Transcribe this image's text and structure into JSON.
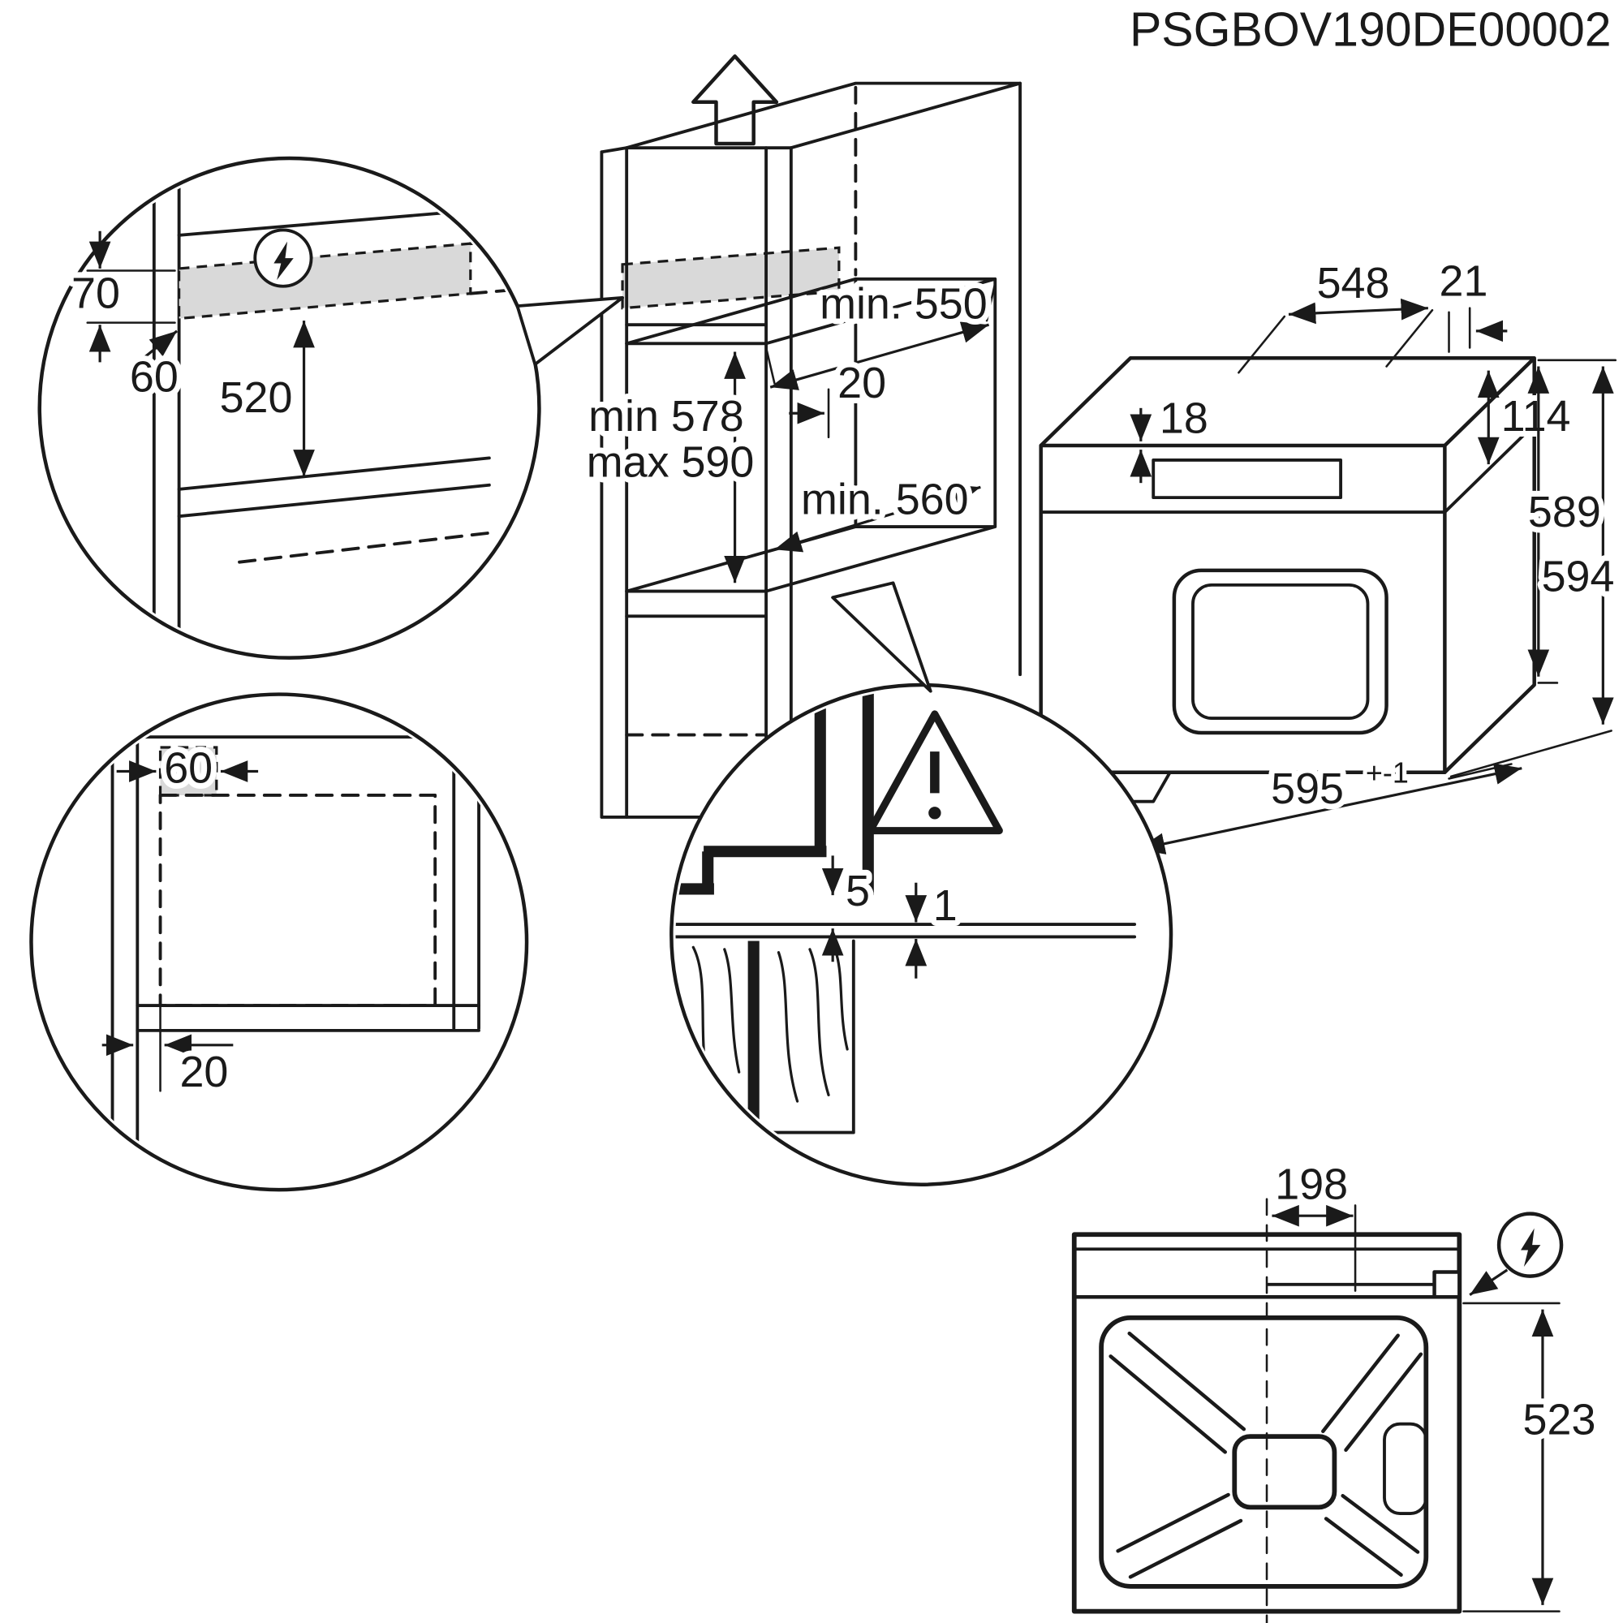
{
  "title": "PSGBOV190DE00002",
  "colors": {
    "line": "#1a1a1a",
    "shade": "#d9d9d9"
  },
  "detail_top_left": {
    "strip_height": "70",
    "strip_depth": "60",
    "drop_height": "520"
  },
  "niche": {
    "depth_min": "min. 550",
    "back_gap": "20",
    "height_min": "min 578",
    "height_max": "max 590",
    "width_min": "min. 560"
  },
  "oven": {
    "top_gap": "18",
    "depth": "548",
    "door_offset": "21",
    "panel_height": "114",
    "body_height": "589",
    "total_height": "594",
    "width": "595",
    "width_tolerance": "+-1"
  },
  "detail_bottom_left": {
    "corner_width": "60",
    "side_gap": "20"
  },
  "detail_worktop": {
    "panel_gap": "5",
    "worktop_gap": "1"
  },
  "top_view": {
    "connection_offset": "198",
    "depth": "523"
  }
}
